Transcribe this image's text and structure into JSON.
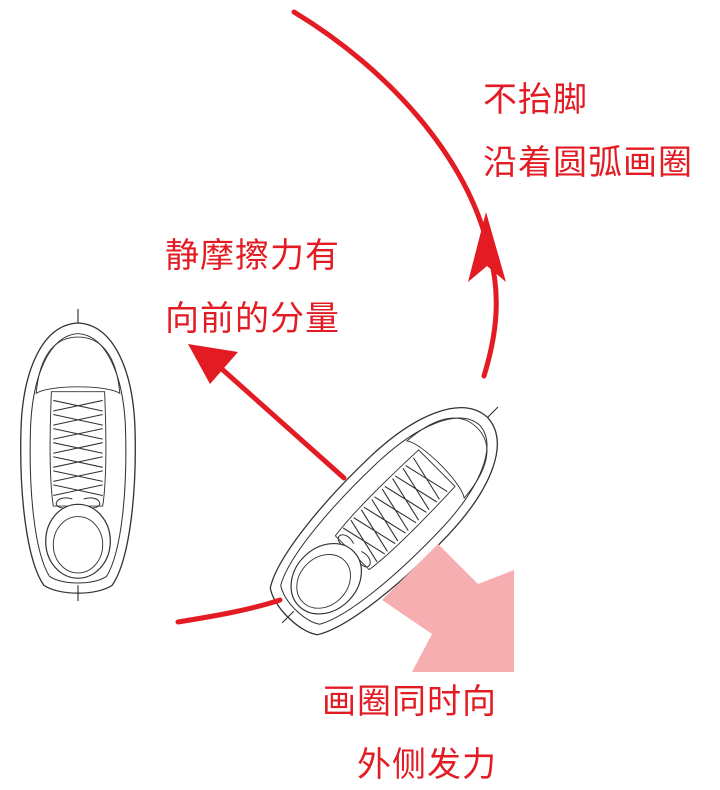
{
  "labels": {
    "no_lift_foot": "不抬脚",
    "draw_arc": "沿着圆弧画圈",
    "friction_line1": "静摩擦力有",
    "friction_line2": "向前的分量",
    "outward_line1": "画圈同时向",
    "outward_line2": "外侧发力"
  },
  "colors": {
    "text_red": "#e31b23",
    "arc_red": "#e31b23",
    "force_pink": "#f7aeb0",
    "shoe_outline": "#333333"
  }
}
